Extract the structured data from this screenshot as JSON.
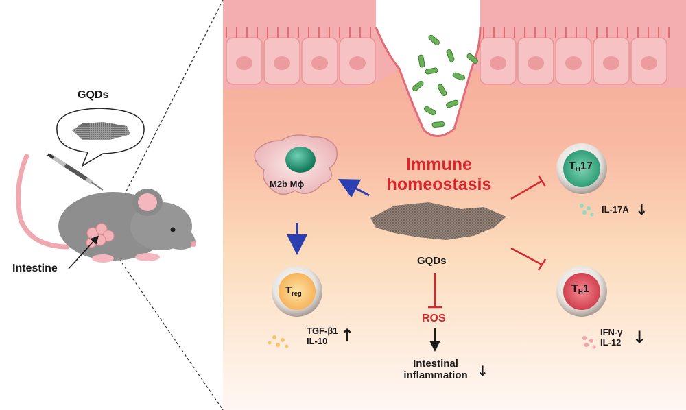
{
  "mouse": {
    "gqds_label": "GQDs",
    "intestine_label": "Intestine"
  },
  "center": {
    "title_line1": "Immune",
    "title_line2": "homeostasis",
    "gqds_label": "GQDs",
    "ros_label": "ROS",
    "inflammation_line1": "Intestinal",
    "inflammation_line2": "inflammation"
  },
  "macrophage": {
    "label": "M2b Mϕ"
  },
  "treg": {
    "cell_main": "T",
    "cell_sub": "reg",
    "cytokine1": "TGF-β1",
    "cytokine2": "IL-10"
  },
  "th17": {
    "cell_main": "T",
    "cell_sub": "H",
    "cell_suffix": "17",
    "cytokine": "IL-17A"
  },
  "th1": {
    "cell_main": "T",
    "cell_sub": "H",
    "cell_suffix": "1",
    "cytokine1": "IFN-γ",
    "cytokine2": "IL-12"
  },
  "colors": {
    "inhibit_red": "#d8262c",
    "promote_blue": "#2c3fb0",
    "epithelium_pink": "#f1a2a6",
    "bacteria_green": "#5fa64d"
  },
  "icons": [
    "mouse-icon",
    "syringe-icon",
    "graphene-flake-icon",
    "macrophage-icon",
    "treg-cell-icon",
    "th17-cell-icon",
    "th1-cell-icon",
    "bacteria-icon",
    "cytokine-dots-icon"
  ]
}
